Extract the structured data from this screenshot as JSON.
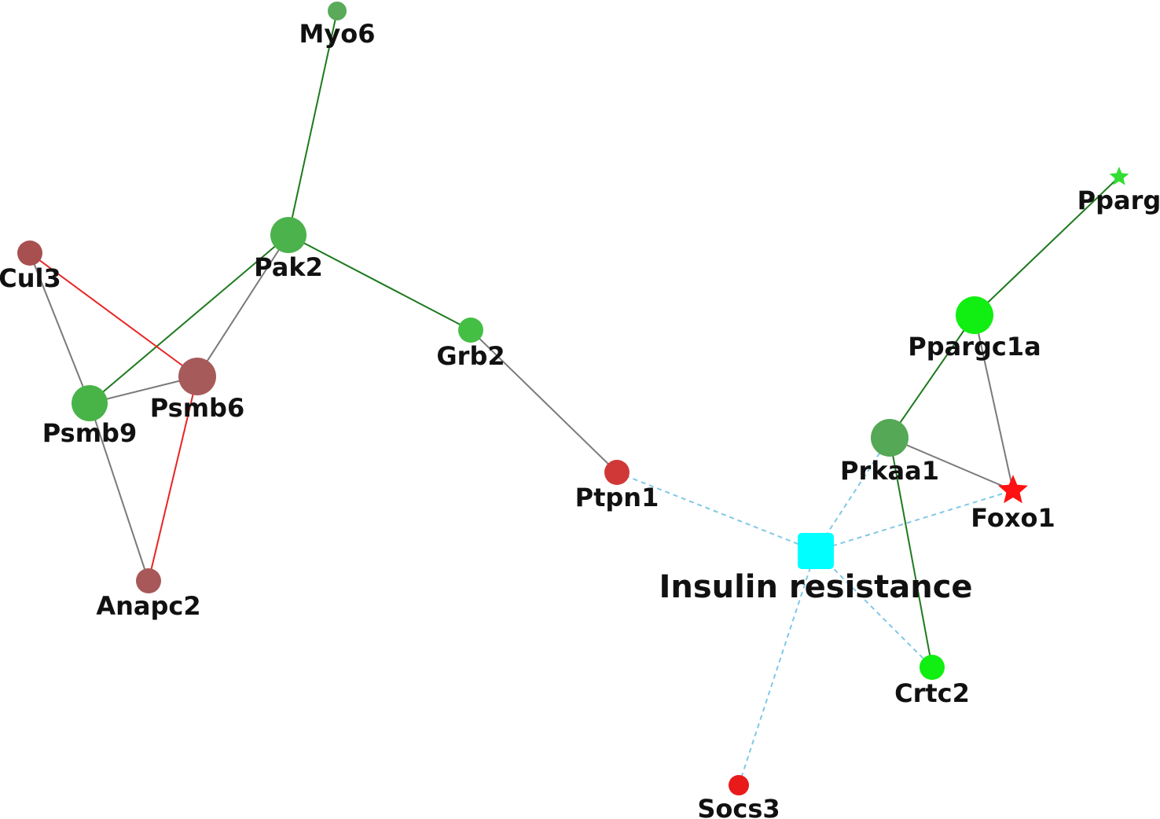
{
  "colors": {
    "edge_green": "#1e7a1e",
    "edge_gray": "#7a7a7a",
    "edge_red": "#e82424",
    "edge_dashed": "#7fc8e6"
  },
  "nodes": [
    {
      "id": "myo6",
      "label": "Myo6",
      "color": "#5aaa5a",
      "shape": "circle"
    },
    {
      "id": "pak2",
      "label": "Pak2",
      "color": "#4cb24c",
      "shape": "circle"
    },
    {
      "id": "cul3",
      "label": "Cul3",
      "color": "#a85050",
      "shape": "circle"
    },
    {
      "id": "psmb9",
      "label": "Psmb9",
      "color": "#48b448",
      "shape": "circle"
    },
    {
      "id": "psmb6",
      "label": "Psmb6",
      "color": "#a65a5a",
      "shape": "circle"
    },
    {
      "id": "anapc2",
      "label": "Anapc2",
      "color": "#a85858",
      "shape": "circle"
    },
    {
      "id": "grb2",
      "label": "Grb2",
      "color": "#44bf44",
      "shape": "circle"
    },
    {
      "id": "ptpn1",
      "label": "Ptpn1",
      "color": "#d03838",
      "shape": "circle"
    },
    {
      "id": "insulin",
      "label": "Insulin resistance",
      "color": "#00ffff",
      "shape": "square"
    },
    {
      "id": "pparg",
      "label": "Pparg",
      "color": "#33dd33",
      "shape": "star"
    },
    {
      "id": "ppargc1a",
      "label": "Ppargc1a",
      "color": "#11ee11",
      "shape": "circle"
    },
    {
      "id": "prkaa1",
      "label": "Prkaa1",
      "color": "#55a855",
      "shape": "circle"
    },
    {
      "id": "foxo1",
      "label": "Foxo1",
      "color": "#ff1111",
      "shape": "star"
    },
    {
      "id": "crtc2",
      "label": "Crtc2",
      "color": "#11ee11",
      "shape": "circle"
    },
    {
      "id": "socs3",
      "label": "Socs3",
      "color": "#e81a1a",
      "shape": "circle"
    }
  ],
  "edges": [
    {
      "from": "myo6",
      "to": "pak2",
      "style": "green"
    },
    {
      "from": "pak2",
      "to": "psmb9",
      "style": "green"
    },
    {
      "from": "pak2",
      "to": "psmb6",
      "style": "gray"
    },
    {
      "from": "pak2",
      "to": "grb2",
      "style": "green"
    },
    {
      "from": "cul3",
      "to": "psmb6",
      "style": "red"
    },
    {
      "from": "cul3",
      "to": "psmb9",
      "style": "gray"
    },
    {
      "from": "psmb9",
      "to": "psmb6",
      "style": "gray"
    },
    {
      "from": "psmb9",
      "to": "anapc2",
      "style": "gray"
    },
    {
      "from": "psmb6",
      "to": "anapc2",
      "style": "red"
    },
    {
      "from": "grb2",
      "to": "ptpn1",
      "style": "gray"
    },
    {
      "from": "ptpn1",
      "to": "insulin",
      "style": "dashed"
    },
    {
      "from": "insulin",
      "to": "prkaa1",
      "style": "dashed"
    },
    {
      "from": "insulin",
      "to": "foxo1",
      "style": "dashed"
    },
    {
      "from": "insulin",
      "to": "crtc2",
      "style": "dashed"
    },
    {
      "from": "insulin",
      "to": "socs3",
      "style": "dashed"
    },
    {
      "from": "pparg",
      "to": "ppargc1a",
      "style": "green"
    },
    {
      "from": "ppargc1a",
      "to": "prkaa1",
      "style": "green"
    },
    {
      "from": "ppargc1a",
      "to": "foxo1",
      "style": "gray"
    },
    {
      "from": "prkaa1",
      "to": "foxo1",
      "style": "gray"
    },
    {
      "from": "prkaa1",
      "to": "crtc2",
      "style": "green"
    }
  ]
}
